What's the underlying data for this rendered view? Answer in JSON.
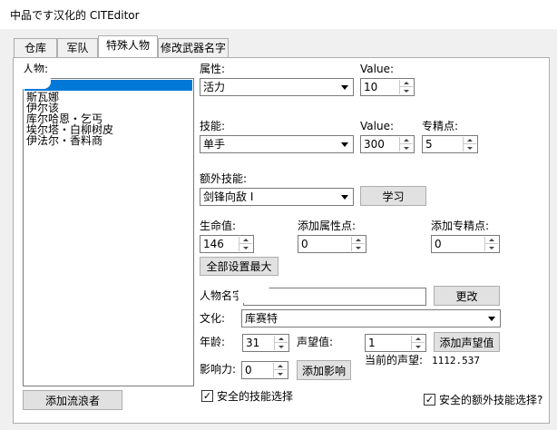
{
  "window": {
    "title": "中品です汉化的 CITEditor"
  },
  "tabs": [
    {
      "label": "仓库"
    },
    {
      "label": "军队"
    },
    {
      "label": "特殊人物"
    },
    {
      "label": "修改武器名字"
    }
  ],
  "characters": {
    "label": "人物:",
    "items": [
      "斯瓦娜",
      "伊尔该",
      "库尔哈恩・乞丐",
      "埃尔塔・白柳树皮",
      "伊法尔・香料商"
    ],
    "add_button": "添加流浪者"
  },
  "attribute": {
    "label": "属性:",
    "selected": "活力",
    "value_label": "Value:",
    "value": "10"
  },
  "skill": {
    "label": "技能:",
    "selected": "单手",
    "value_label": "Value:",
    "value": "300",
    "mastery_label": "专精点:",
    "mastery": "5"
  },
  "extra_skill": {
    "label": "额外技能:",
    "selected": "剑锋向敌 I",
    "learn_button": "学习"
  },
  "hp": {
    "label": "生命值:",
    "value": "146"
  },
  "add_attr_points": {
    "label": "添加属性点:",
    "value": "0"
  },
  "add_mastery_points": {
    "label": "添加专精点:",
    "value": "0"
  },
  "set_max_button": "全部设置最大",
  "name": {
    "label": "人物名字",
    "value": "",
    "change_button": "更改"
  },
  "culture": {
    "label": "文化:",
    "selected": "库赛特"
  },
  "age": {
    "label": "年龄:",
    "value": "31"
  },
  "reputation": {
    "label": "声望值:",
    "value": "1",
    "add_button": "添加声望值",
    "current_label": "当前的声望:",
    "current_value": "1112.537"
  },
  "influence": {
    "label": "影响力:",
    "value": "0",
    "add_button": "添加影响"
  },
  "safe_skill": {
    "label": "安全的技能选择",
    "checked": true
  },
  "safe_extra_skill": {
    "label": "安全的额外技能选择?",
    "checked": true
  }
}
